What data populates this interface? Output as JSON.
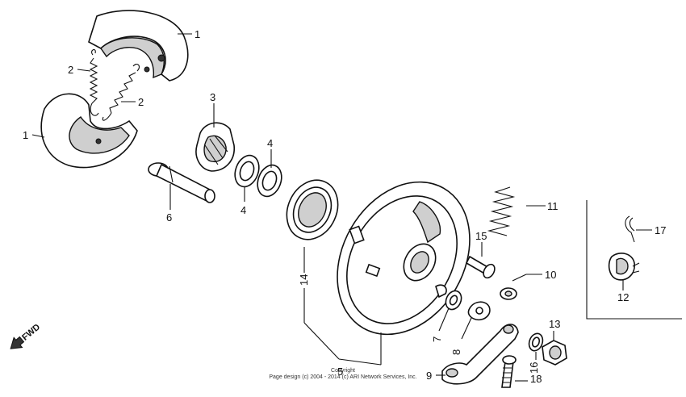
{
  "callouts": {
    "c1a": "1",
    "c1b": "1",
    "c2a": "2",
    "c2b": "2",
    "c3": "3",
    "c4a": "4",
    "c4b": "4",
    "c5": "5",
    "c6": "6",
    "c7": "7",
    "c8": "8",
    "c9": "9",
    "c10": "10",
    "c11": "11",
    "c12": "12",
    "c13": "13",
    "c14": "14",
    "c15": "15",
    "c16": "16",
    "c17": "17",
    "c18": "18"
  },
  "fwd_label": "FWD",
  "copyright_line1": "Copyright",
  "copyright_line2": "Page design (c) 2004 - 2014 (c) ARI Network Services, Inc."
}
